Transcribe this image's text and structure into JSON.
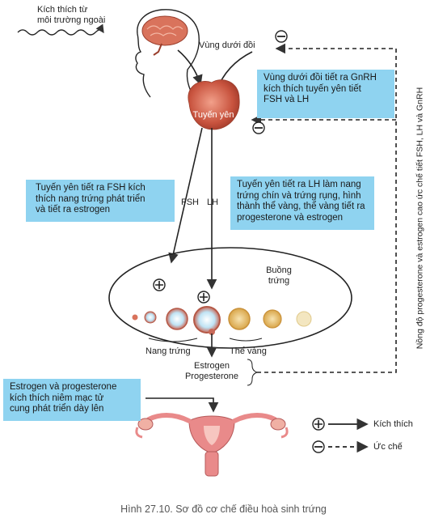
{
  "stimulus": {
    "line1": "Kích thích từ",
    "line2": "môi trường ngoài"
  },
  "hypothalamus": {
    "label": "Vùng dưới đồi"
  },
  "pituitary": {
    "label": "Tuyến yên"
  },
  "boxes": {
    "gnrh": [
      "Vùng dưới đồi tiết ra GnRH",
      "kích thích tuyến yên tiết",
      "FSH và LH"
    ],
    "fsh": [
      "Tuyến yên tiết ra FSH kích",
      "thích nang trứng phát triển",
      "và tiết ra estrogen"
    ],
    "lh": [
      "Tuyến yên tiết ra LH làm nang",
      "trứng chín và trứng rụng, hình",
      "thành thể vàng, thể vàng tiết ra",
      "progesterone và estrogen"
    ],
    "estrogen": [
      "Estrogen và progesterone",
      "kích thích niêm mạc tử",
      "cung phát triển dày lên"
    ]
  },
  "hormones": {
    "fsh": "FSH",
    "lh": "LH"
  },
  "ovary": {
    "line1": "Buồng",
    "line2": "trứng"
  },
  "follicle_label": "Nang trứng",
  "corpus_label": "Thể vàng",
  "secretion": {
    "line1": "Estrogen",
    "line2": "Progesterone"
  },
  "feedback_label": "Nồng độ progesterone và estrogen cao ức chế tiết FSH, LH và GnRH",
  "signs": {
    "plus": "+",
    "minus": "−"
  },
  "legend": {
    "stimulate": "Kích thích",
    "inhibit": "Ức chế"
  },
  "caption": "Hình 27.10. Sơ đồ cơ chế điều hoà sinh trứng",
  "colors": {
    "box_blue": "#8fd3f0",
    "gland": "#c8533e",
    "uterus": "#e98a8a"
  }
}
